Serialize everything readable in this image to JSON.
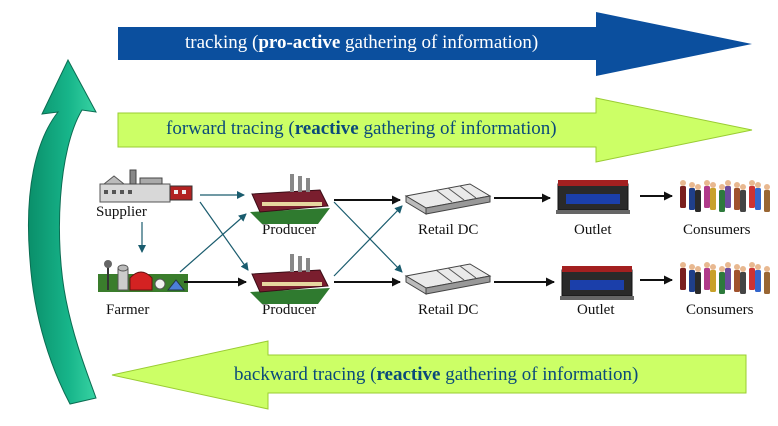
{
  "arrows": {
    "tracking": {
      "pre": "tracking (",
      "bold": "pro-active",
      "post": " gathering of information)",
      "fill": "#0b4f9e",
      "text_color": "#ffffff"
    },
    "forward": {
      "pre": "forward tracing (",
      "bold": "reactive",
      "post": " gathering of information)",
      "fill": "#ccff66",
      "text_color": "#0a4a7a"
    },
    "backward": {
      "pre": "backward tracing (",
      "bold": "reactive",
      "post": " gathering of information)",
      "fill": "#ccff66",
      "text_color": "#0a4a7a"
    },
    "loop": {
      "fill": "#11aa80"
    }
  },
  "nodes": {
    "supplier": "Supplier",
    "farmer": "Farmer",
    "producer_top": "Producer",
    "producer_bottom": "Producer",
    "retail_top": "Retail DC",
    "retail_bottom": "Retail DC",
    "outlet_top": "Outlet",
    "outlet_bottom": "Outlet",
    "consumers_top": "Consumers",
    "consumers_bottom": "Consumers"
  },
  "colors": {
    "flow_teal": "#1a5c6e",
    "flow_black": "#111111"
  }
}
